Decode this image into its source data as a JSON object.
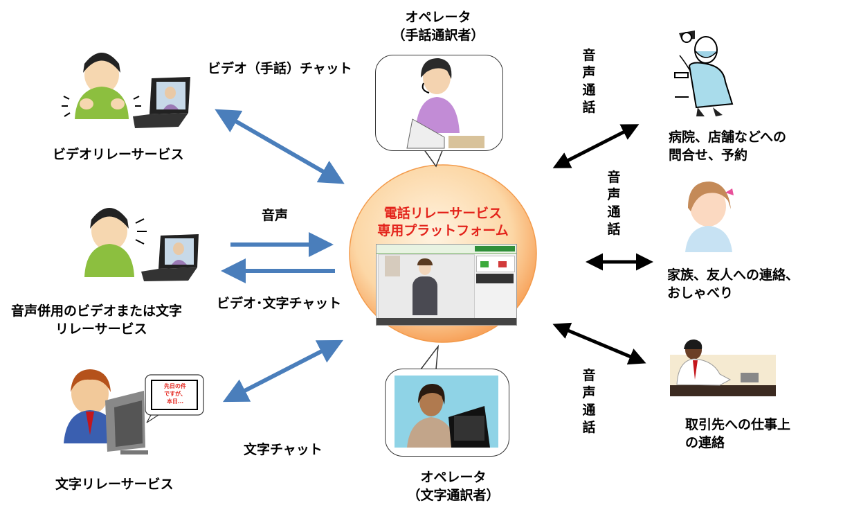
{
  "operator_top": {
    "line1": "オペレータ",
    "line2": "（手話通訳者）"
  },
  "operator_bottom": {
    "line1": "オペレータ",
    "line2": "（文字通訳者）"
  },
  "platform": {
    "line1": "電話リレーサービス",
    "line2": "専用プラットフォーム"
  },
  "left_services": {
    "video_relay": "ビデオリレーサービス",
    "voice_video_text_relay_line1": "音声併用のビデオまたは文字",
    "voice_video_text_relay_line2": "リレーサービス",
    "text_relay": "文字リレーサービス"
  },
  "channels": {
    "video_sign_chat": "ビデオ（手話）チャット",
    "voice": "音声",
    "video_text_chat": "ビデオ･文字チャット",
    "text_chat": "文字チャット"
  },
  "voice_call_vertical": [
    "音",
    "声",
    "通",
    "話"
  ],
  "right_targets": {
    "hospital_line1": "病院、店舗などへの",
    "hospital_line2": "問合せ、予約",
    "family_line1": "家族、友人への連絡、",
    "family_line2": "おしゃべり",
    "business_line1": "取引先への仕事上",
    "business_line2": "の連絡"
  },
  "text_chat_screen": {
    "line1": "先日の件",
    "line2": "ですが、",
    "line3": "本日…"
  },
  "colors": {
    "blue_arrow": "#4a7ebb",
    "black_arrow": "#000000",
    "title_red": "#e3231b",
    "circle_fill": "#fbd9a8",
    "circle_edge": "#f7a35c"
  }
}
